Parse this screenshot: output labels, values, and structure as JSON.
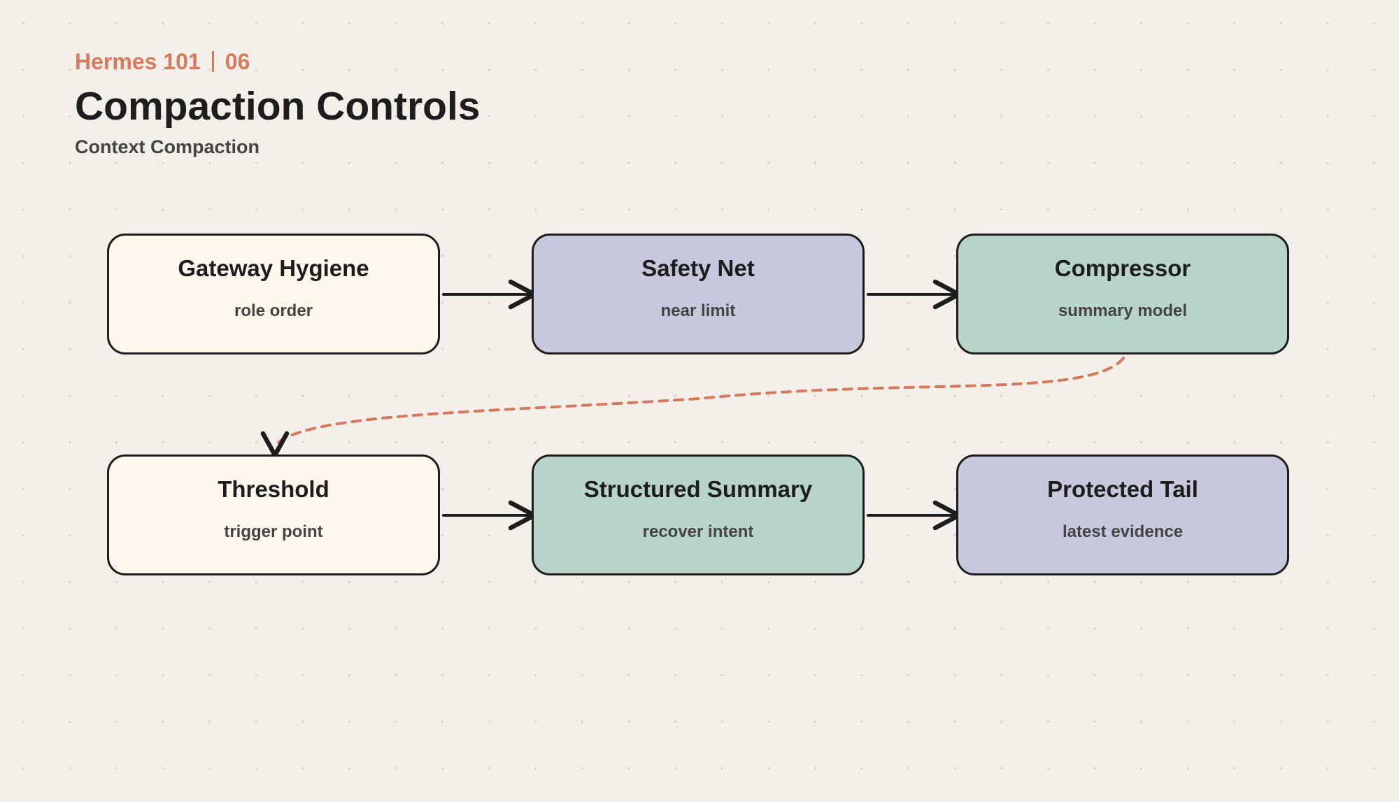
{
  "header": {
    "series": "Hermes 101",
    "number": "06",
    "title": "Compaction Controls",
    "subtitle": "Context Compaction"
  },
  "colors": {
    "background": "#f4f0e9",
    "accent": "#d57a5f",
    "ink": "#1d1d1d",
    "node_cream": "#fdf7ec",
    "node_lavender": "#c7c8dd",
    "node_mint": "#b8d4c8"
  },
  "nodes": [
    {
      "title": "Gateway Hygiene",
      "subtitle": "role order"
    },
    {
      "title": "Safety Net",
      "subtitle": "near limit"
    },
    {
      "title": "Compressor",
      "subtitle": "summary model"
    },
    {
      "title": "Threshold",
      "subtitle": "trigger point"
    },
    {
      "title": "Structured Summary",
      "subtitle": "recover intent"
    },
    {
      "title": "Protected Tail",
      "subtitle": "latest evidence"
    }
  ]
}
